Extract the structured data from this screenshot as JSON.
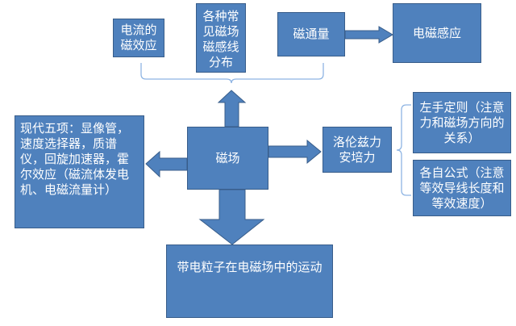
{
  "nodes": {
    "current_effect": "电流的磁效应",
    "field_lines": "各种常见磁场磁感线分布",
    "flux": "磁通量",
    "induction": "电磁感应",
    "magnetic_field": "磁场",
    "applications": "现代五项：显像管，速度选择器，质谱仪，回旋加速器，霍尔效应（磁流体发电机、电磁流量计）",
    "forces": "洛伦兹力\n安培力",
    "left_hand_rule": "左手定则（注意力和磁场方向的关系）",
    "formulas": "各自公式（注意等效导线长度和等效速度）",
    "charged_particle": "带电粒子在电磁场中的运动"
  },
  "colors": {
    "box_fill": "#4f81bd",
    "box_border": "#385d8a",
    "bracket": "#8eb4e3",
    "text": "#ffffff"
  }
}
